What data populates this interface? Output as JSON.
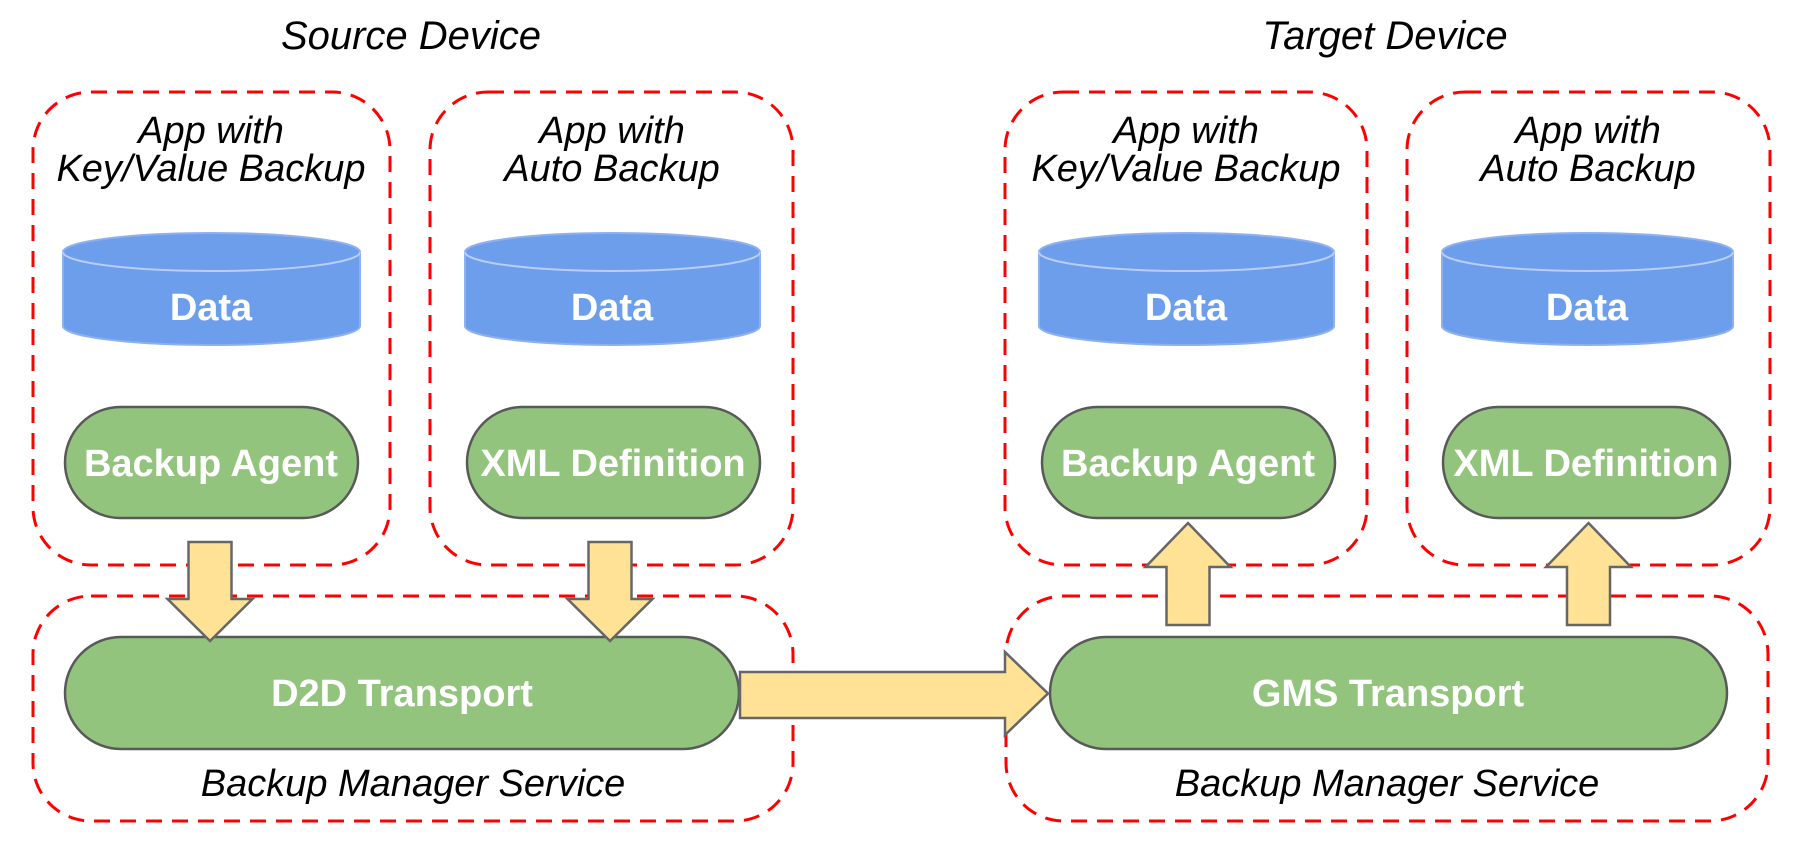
{
  "diagram": {
    "colors": {
      "box_border": "#ff0000",
      "component_fill": "#93c47d",
      "component_border": "#595959",
      "data_fill": "#6d9eeb",
      "data_border": "#8fb0ef",
      "arrow_fill": "#ffe296",
      "arrow_border": "#666666",
      "label_text": "#000000",
      "component_text": "#ffffff"
    },
    "source": {
      "title": "Source Device",
      "apps": [
        {
          "name_line1": "App with",
          "name_line2": "Key/Value Backup",
          "data": "Data",
          "component": "Backup Agent"
        },
        {
          "name_line1": "App with",
          "name_line2": "Auto Backup",
          "data": "Data",
          "component": "XML Definition"
        }
      ],
      "service": {
        "transport": "D2D Transport",
        "label": "Backup Manager Service"
      }
    },
    "target": {
      "title": "Target Device",
      "apps": [
        {
          "name_line1": "App with",
          "name_line2": "Key/Value Backup",
          "data": "Data",
          "component": "Backup Agent"
        },
        {
          "name_line1": "App with",
          "name_line2": "Auto Backup",
          "data": "Data",
          "component": "XML Definition"
        }
      ],
      "service": {
        "transport": "GMS Transport",
        "label": "Backup Manager Service"
      }
    }
  }
}
